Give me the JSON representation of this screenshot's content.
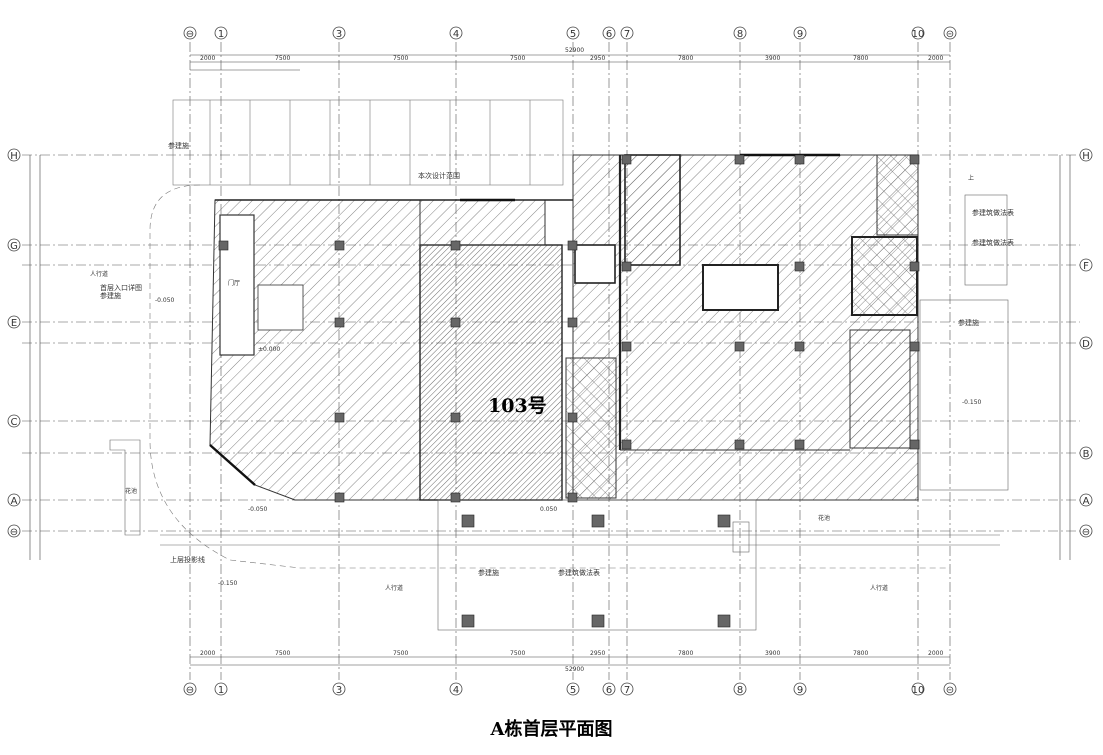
{
  "title": "A栋首层平面图",
  "unit_label": "103号",
  "column_axes": [
    "1",
    "3",
    "4",
    "5",
    "6",
    "7",
    "8",
    "9",
    "10"
  ],
  "column_axes_top_extra": [
    "⊖",
    "⊝"
  ],
  "row_axes": [
    "H",
    "G",
    "F",
    "E",
    "D",
    "C",
    "B",
    "A",
    "⊖"
  ],
  "dimensions_top": [
    "2000",
    "7500",
    "7500",
    "7500",
    "2950",
    "7800",
    "3900",
    "7800",
    "2000"
  ],
  "total_dimension": "52900",
  "labels": {
    "main_scope": "本次设计范围",
    "ref_stair": "参建施",
    "ref_entrance": "首层入口详图",
    "ref_entrance2": "参建施",
    "ref_build": "参建筑做法表",
    "ref_build2": "参建筑做法表",
    "ref_build3": "参建筑做法表",
    "ref_ramp": "参建施",
    "ref_floor": "参建施",
    "sidewalk1": "人行道",
    "sidewalk2": "人行道",
    "sidewalk3": "人行道",
    "upper_line": "上层投影线",
    "planter": "花池",
    "planter2": "花池",
    "elev_main": "±0.000",
    "elev_1": "-0.050",
    "elev_2": "-0.150",
    "elev_3": "-0.150",
    "elev_4": "0.050",
    "elev_5": "-0.050",
    "office": "门厅",
    "stair_up": "上"
  },
  "colors": {
    "line": "#333333",
    "hatch": "#555555",
    "wall": "#222222",
    "column": "#666666"
  }
}
